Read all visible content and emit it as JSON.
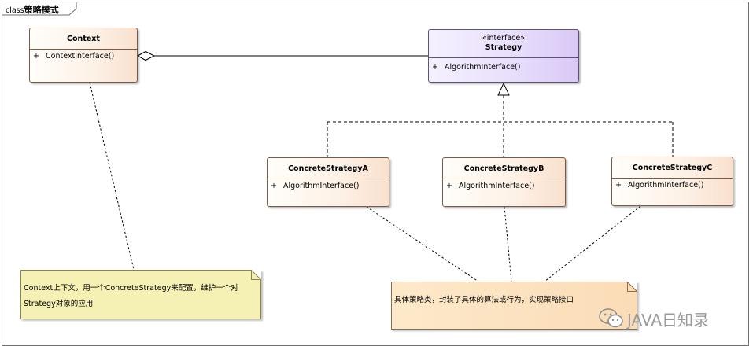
{
  "frame": {
    "keyword": "class",
    "name": "策略模式"
  },
  "classes": {
    "context": {
      "name": "Context",
      "operation": "ContextInterface()",
      "visibility": "+"
    },
    "strategy": {
      "stereotype": "«interface»",
      "name": "Strategy",
      "operation": "AlgorithmInterface()",
      "visibility": "+"
    },
    "concrete_a": {
      "name": "ConcreteStrategyA",
      "operation": "AlgorithmInterface()",
      "visibility": "+"
    },
    "concrete_b": {
      "name": "ConcreteStrategyB",
      "operation": "AlgorithmInterface()",
      "visibility": "+"
    },
    "concrete_c": {
      "name": "ConcreteStrategyC",
      "operation": "AlgorithmInterface()",
      "visibility": "+"
    }
  },
  "notes": {
    "context_note": {
      "line1": "Context上下文，用一个ConcreteStrategy来配置，维护一个对",
      "line2": "Strategy对象的应用"
    },
    "concrete_note": {
      "line1": "具体策略类，封装了具体的算法或行为，实现策略接口"
    }
  },
  "watermark": {
    "text": "JAVA日知录",
    "icon": "wechat-icon"
  },
  "colors": {
    "class_fill": "#fdf1e6",
    "interface_fill": "#e7ddfb",
    "note_fill": "#f5f0b4",
    "note_fill_alt": "#fde3c4",
    "border": "#7a5a44"
  }
}
